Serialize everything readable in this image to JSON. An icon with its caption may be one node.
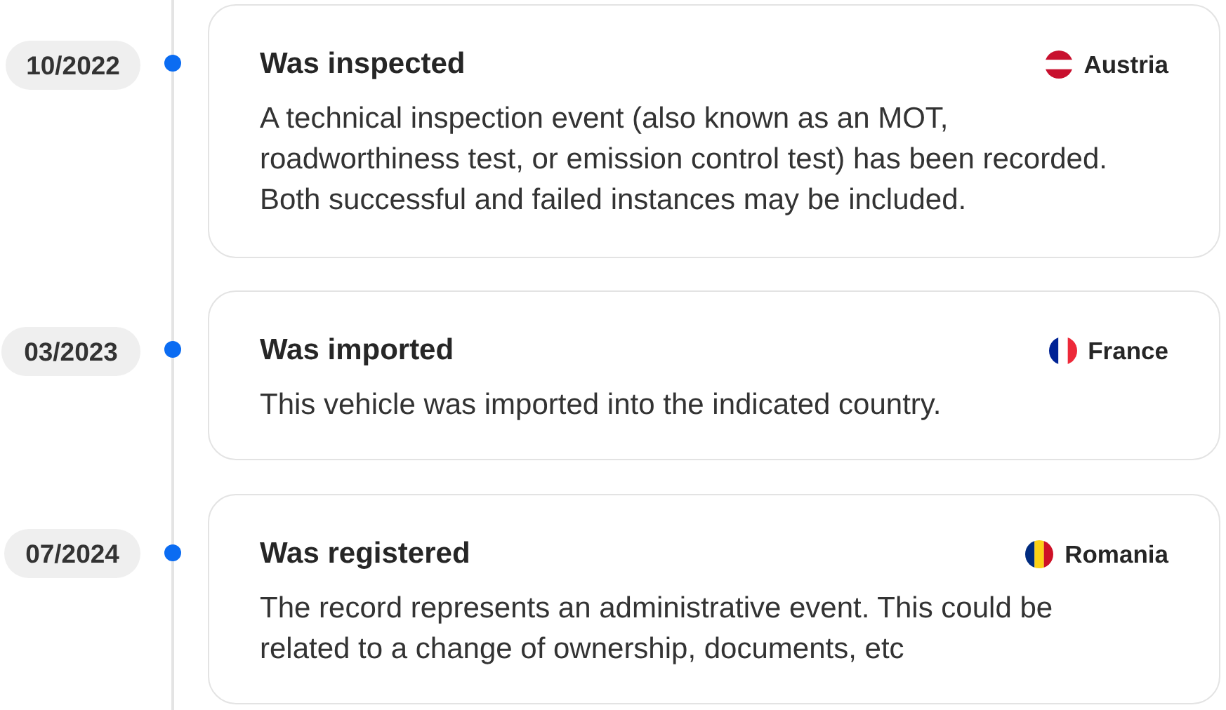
{
  "diagram": {
    "nodes": [
      {
        "text": [
          "10/2022"
        ]
      },
      {
        "text": [
          "Was inspected",
          "Austria",
          "A technical inspection event (also known as an MOT, roadworthiness test, or emission control test) has been recorded. Both successful and failed instances may be included."
        ]
      },
      {
        "text": [
          "03/2023"
        ]
      },
      {
        "text": [
          "Was imported",
          "France",
          "This vehicle was imported into the indicated country."
        ]
      },
      {
        "text": [
          "07/2024"
        ]
      },
      {
        "text": [
          "Was registered",
          "Romania",
          "The record represents an administrative event. This could be related to a change of ownership, documents, etc"
        ]
      }
    ]
  }
}
